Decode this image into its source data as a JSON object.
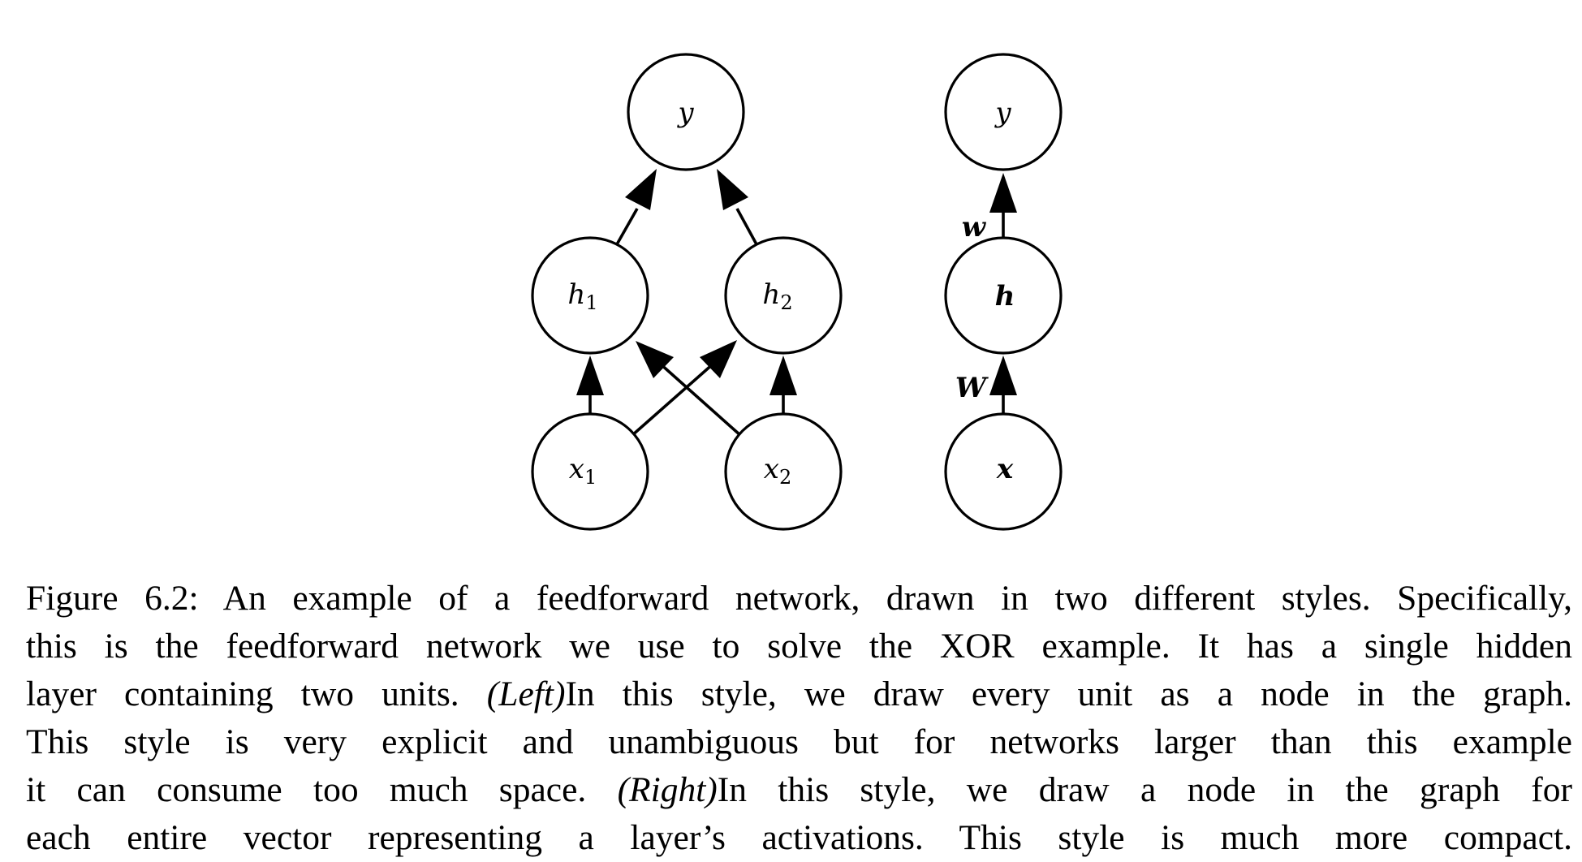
{
  "diagram": {
    "left": {
      "nodes": [
        {
          "id": "y",
          "label": "y",
          "subscript": "",
          "bold": false
        },
        {
          "id": "h1",
          "label": "h",
          "subscript": "1",
          "bold": false
        },
        {
          "id": "h2",
          "label": "h",
          "subscript": "2",
          "bold": false
        },
        {
          "id": "x1",
          "label": "x",
          "subscript": "1",
          "bold": false
        },
        {
          "id": "x2",
          "label": "x",
          "subscript": "2",
          "bold": false
        }
      ],
      "edges": [
        {
          "from": "x1",
          "to": "h1"
        },
        {
          "from": "x1",
          "to": "h2"
        },
        {
          "from": "x2",
          "to": "h1"
        },
        {
          "from": "x2",
          "to": "h2"
        },
        {
          "from": "h1",
          "to": "y"
        },
        {
          "from": "h2",
          "to": "y"
        }
      ]
    },
    "right": {
      "nodes": [
        {
          "id": "y",
          "label": "y",
          "bold": false
        },
        {
          "id": "h",
          "label": "h",
          "bold": true
        },
        {
          "id": "x",
          "label": "x",
          "bold": true
        }
      ],
      "edges": [
        {
          "from": "x",
          "to": "h",
          "label": "W"
        },
        {
          "from": "h",
          "to": "y",
          "label": "w"
        }
      ]
    }
  },
  "caption": {
    "line1": "Figure 6.2: An example of a feedforward network, drawn in two different styles. Specifically,",
    "line2": "this is the feedforward network we use to solve the XOR example. It has a single hidden",
    "line3_a": "layer containing two units. ",
    "line3_em": "(Left)",
    "line3_b": "In this style, we draw every unit as a node in the graph.",
    "line4": "This style is very explicit and unambiguous but for networks larger than this example",
    "line5_a": "it can consume too much space. ",
    "line5_em": "(Right)",
    "line5_b": "In this style, we draw a node in the graph for",
    "line6": "each entire vector representing a layer’s activations. This style is much more compact."
  }
}
